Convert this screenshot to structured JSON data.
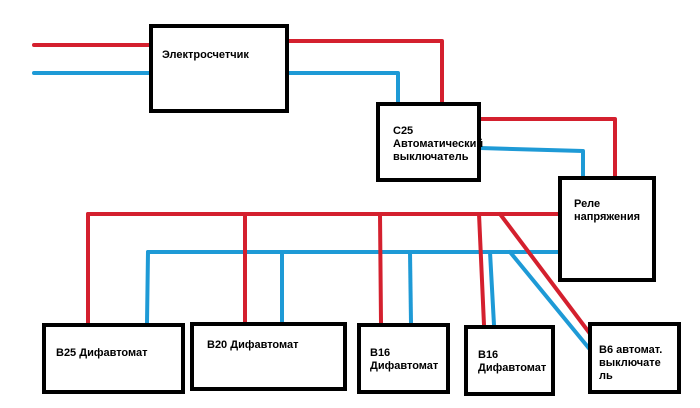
{
  "diagram": {
    "title": "",
    "colors": {
      "phase": "#d4202e",
      "neutral": "#1e9ad6",
      "border": "#000000",
      "background": "#ffffff"
    },
    "components": [
      {
        "id": "meter",
        "label": "Электросчетчик"
      },
      {
        "id": "c25",
        "label": "С25\nАвтоматический\nвыключатель"
      },
      {
        "id": "relay",
        "label": "Реле\nнапряжения"
      },
      {
        "id": "b25",
        "label": "В25 Дифавтомат"
      },
      {
        "id": "b20",
        "label": "В20 Дифавтомат"
      },
      {
        "id": "b16a",
        "label": "В16\nДифавтомат"
      },
      {
        "id": "b16b",
        "label": "В16\nДифавтомат"
      },
      {
        "id": "b6",
        "label": "В6 автомат.\nвыключате\nль"
      }
    ],
    "connections": [
      {
        "from": "input",
        "to": "meter",
        "wire": "phase"
      },
      {
        "from": "input",
        "to": "meter",
        "wire": "neutral"
      },
      {
        "from": "meter",
        "to": "c25",
        "wire": "phase"
      },
      {
        "from": "meter",
        "to": "c25",
        "wire": "neutral"
      },
      {
        "from": "c25",
        "to": "relay",
        "wire": "phase"
      },
      {
        "from": "c25",
        "to": "relay",
        "wire": "neutral"
      },
      {
        "from": "relay",
        "to": "b25",
        "wire": "phase"
      },
      {
        "from": "relay",
        "to": "b25",
        "wire": "neutral"
      },
      {
        "from": "relay",
        "to": "b20",
        "wire": "phase"
      },
      {
        "from": "relay",
        "to": "b20",
        "wire": "neutral"
      },
      {
        "from": "relay",
        "to": "b16a",
        "wire": "phase"
      },
      {
        "from": "relay",
        "to": "b16a",
        "wire": "neutral"
      },
      {
        "from": "relay",
        "to": "b16b",
        "wire": "phase"
      },
      {
        "from": "relay",
        "to": "b16b",
        "wire": "neutral"
      },
      {
        "from": "relay",
        "to": "b6",
        "wire": "phase"
      },
      {
        "from": "relay",
        "to": "b6",
        "wire": "neutral"
      }
    ]
  }
}
